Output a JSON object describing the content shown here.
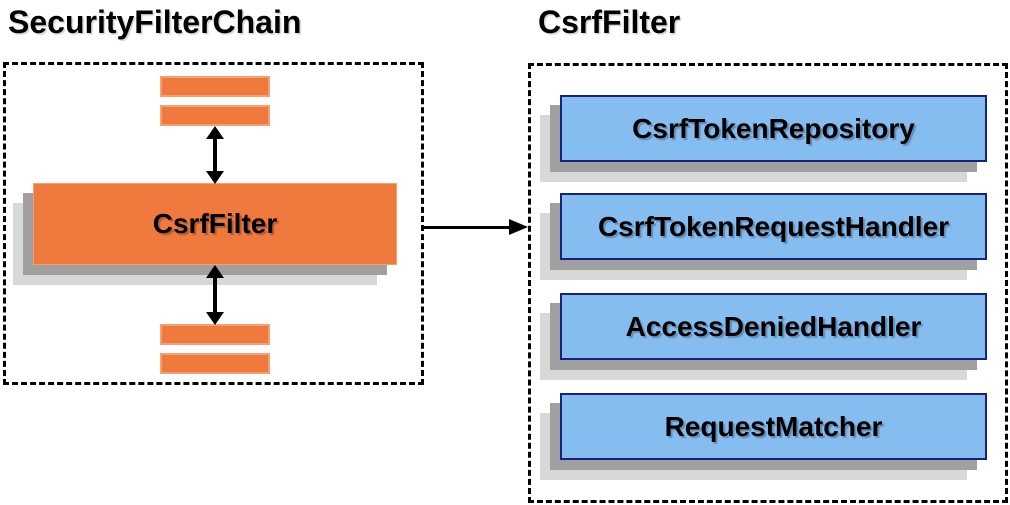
{
  "left_panel": {
    "title": "SecurityFilterChain",
    "filter_label": "CsrfFilter"
  },
  "right_panel": {
    "title": "CsrfFilter",
    "components": [
      {
        "label": "CsrfTokenRepository"
      },
      {
        "label": "CsrfTokenRequestHandler"
      },
      {
        "label": "AccessDeniedHandler"
      },
      {
        "label": "RequestMatcher"
      }
    ]
  },
  "colors": {
    "background": "#FFFFFF",
    "text_color": "#000000",
    "line_color": "#000000",
    "orange_fill": "#F07A3E",
    "orange_border": "#F5A072",
    "blue_fill": "#85BDF1",
    "blue_border": "#15237B",
    "shadow_dark": "#A0A0A0",
    "shadow_light": "#D8D8D8"
  }
}
